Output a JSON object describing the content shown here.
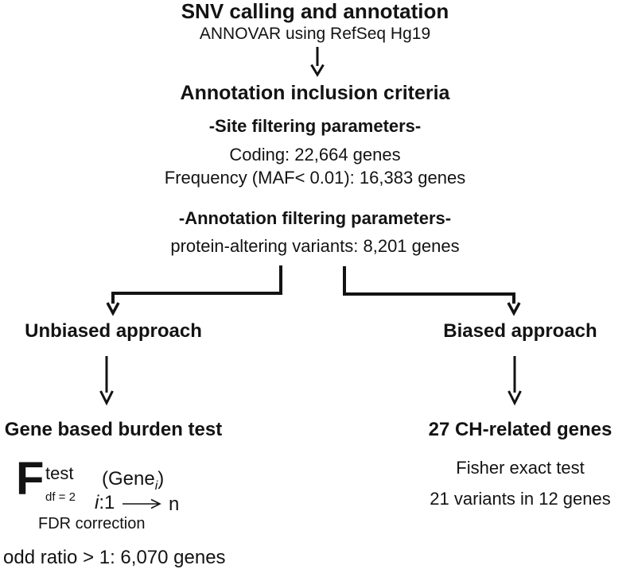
{
  "figure": {
    "ink_color": "#131313",
    "top": {
      "title": "SNV calling and annotation",
      "subtitle": "ANNOVAR using RefSeq Hg19"
    },
    "criteria": {
      "heading": "Annotation inclusion criteria",
      "site_heading": "-Site filtering parameters-",
      "coding_line": "Coding: 22,664 genes",
      "frequency_line": "Frequency (MAF< 0.01): 16,383 genes",
      "annotation_heading": "-Annotation filtering parameters-",
      "protein_line": "protein-altering variants: 8,201 genes"
    },
    "unbiased": {
      "heading": "Unbiased approach",
      "test_heading": "Gene based burden test",
      "formula": {
        "f_symbol": "F",
        "f_sup": "test",
        "f_sub": "df = 2",
        "gene_open": "(Gene",
        "gene_index": "i",
        "gene_close": ")",
        "range_i": "i",
        "range_colon": ":1",
        "range_n": "n",
        "fdr_line": "FDR correction"
      },
      "result_line": "odd ratio > 1: 6,070 genes"
    },
    "biased": {
      "heading": "Biased approach",
      "genes_heading": "27 CH-related genes",
      "test_line": "Fisher exact test",
      "result_line": "21 variants in 12 genes"
    }
  }
}
